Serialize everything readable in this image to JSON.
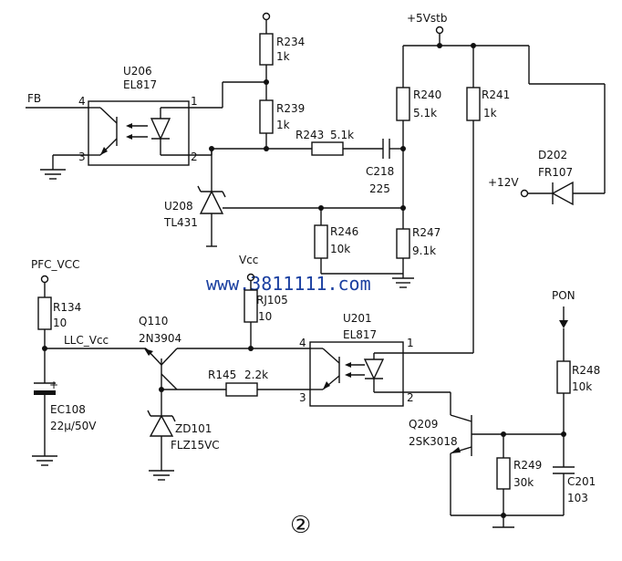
{
  "nets": {
    "fb": "FB",
    "vstb": "+5Vstb",
    "v12": "+12V",
    "pfc_vcc": "PFC_VCC",
    "vcc": "Vcc",
    "llc_vcc": "LLC_Vcc",
    "pon": "PON"
  },
  "components": {
    "u206": {
      "ref": "U206",
      "value": "EL817"
    },
    "r234": {
      "ref": "R234",
      "value": "1k"
    },
    "r239": {
      "ref": "R239",
      "value": "1k"
    },
    "r243": {
      "ref": "R243",
      "value": "5.1k"
    },
    "c218": {
      "ref": "C218",
      "value": "225"
    },
    "r240": {
      "ref": "R240",
      "value": "5.1k"
    },
    "r241": {
      "ref": "R241",
      "value": "1k"
    },
    "d202": {
      "ref": "D202",
      "value": "FR107"
    },
    "u208": {
      "ref": "U208",
      "value": "TL431"
    },
    "r246": {
      "ref": "R246",
      "value": "10k"
    },
    "r247": {
      "ref": "R247",
      "value": "9.1k"
    },
    "r134": {
      "ref": "R134",
      "value": "10"
    },
    "rj105": {
      "ref": "RJ105",
      "value": "10"
    },
    "q110": {
      "ref": "Q110",
      "value": "2N3904"
    },
    "u201": {
      "ref": "U201",
      "value": "EL817"
    },
    "r145": {
      "ref": "R145",
      "value": "2.2k"
    },
    "ec108": {
      "ref": "EC108",
      "value": "22μ/50V"
    },
    "zd101": {
      "ref": "ZD101",
      "value": "FLZ15VC"
    },
    "r248": {
      "ref": "R248",
      "value": "10k"
    },
    "q209": {
      "ref": "Q209",
      "value": "2SK3018"
    },
    "r249": {
      "ref": "R249",
      "value": "30k"
    },
    "c201": {
      "ref": "C201",
      "value": "103"
    }
  },
  "pins": {
    "u206_1": "1",
    "u206_2": "2",
    "u206_3": "3",
    "u206_4": "4",
    "u201_1": "1",
    "u201_2": "2",
    "u201_3": "3",
    "u201_4": "4"
  },
  "watermark": "www.3811111.com",
  "figure_number": "②",
  "colors": {
    "line": "#111111",
    "watermark": "#1a3fa0",
    "background": "#ffffff"
  }
}
